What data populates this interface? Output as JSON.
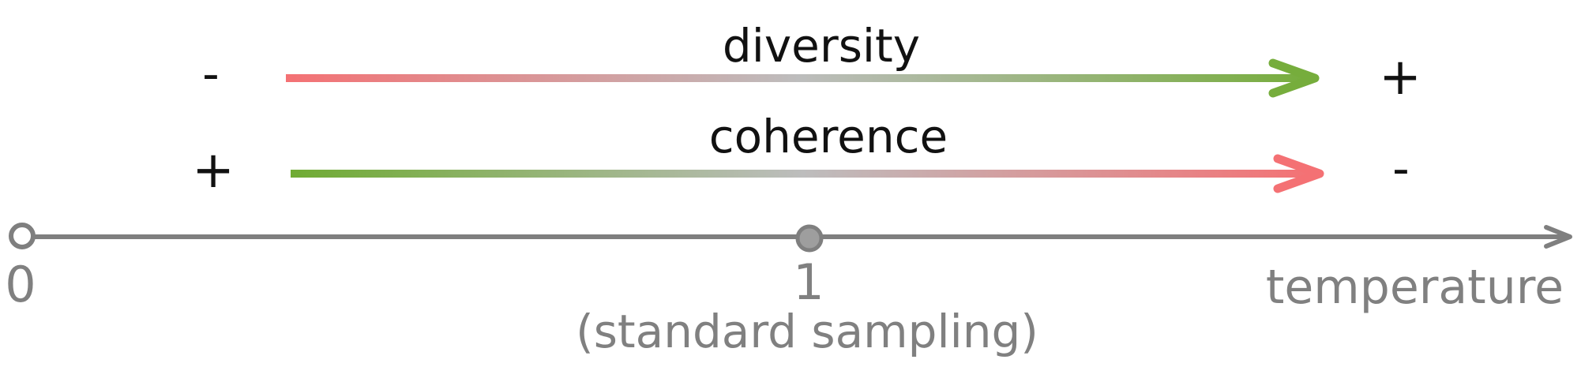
{
  "rows": {
    "diversity": {
      "label": "diversity",
      "left_sign": "-",
      "right_sign": "+",
      "gradient": [
        "#f47174",
        "#bdbdbd",
        "#76ad3c"
      ]
    },
    "coherence": {
      "label": "coherence",
      "left_sign": "+",
      "right_sign": "-",
      "gradient": [
        "#6fab33",
        "#bdbdbd",
        "#f47174"
      ]
    }
  },
  "axis": {
    "label": "temperature",
    "color": "#7f7f7f",
    "ticks": {
      "zero": {
        "value": "0"
      },
      "one": {
        "value": "1",
        "note": "(standard sampling)"
      }
    }
  },
  "colors": {
    "text": "#111111",
    "axis_text": "#808080"
  }
}
